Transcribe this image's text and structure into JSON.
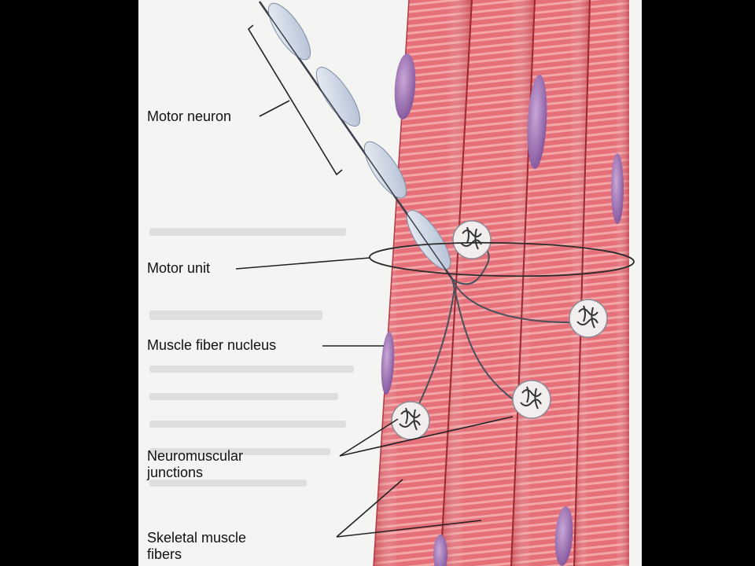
{
  "labels": {
    "motor_neuron": "Motor neuron",
    "motor_unit": "Motor unit",
    "muscle_fiber_nucleus": "Muscle fiber nucleus",
    "neuromuscular_junctions": "Neuromuscular\njunctions",
    "skeletal_muscle_fibers": "Skeletal muscle\nfibers"
  },
  "colors": {
    "background": "#000000",
    "page": "#f4f4f2",
    "muscle": "#e8767a",
    "muscle_dark": "#c94a52",
    "nucleus": "#a077b4",
    "neuron": "#c9d4e2",
    "junction": "#f0ecec"
  }
}
